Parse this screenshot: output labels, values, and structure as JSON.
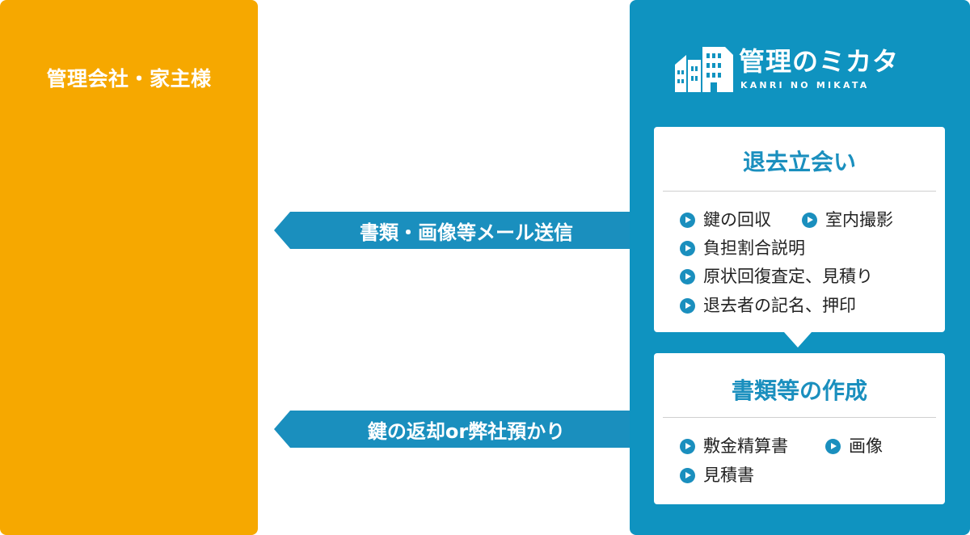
{
  "colors": {
    "orange": "#F6A800",
    "blue": "#0F93C0",
    "arrow_blue": "#1A8FBE",
    "white": "#FFFFFF"
  },
  "left": {
    "title": "管理会社・家主様"
  },
  "arrows": [
    {
      "label": "書類・画像等メール送信",
      "direction": "left"
    },
    {
      "label": "鍵の返却or弊社預かり",
      "direction": "left"
    }
  ],
  "logo": {
    "icon": "building-icon",
    "name": "管理のミカタ",
    "sub": "KANRI NO MIKATA"
  },
  "cards": [
    {
      "title": "退去立会い",
      "items": [
        "鍵の回収",
        "室内撮影",
        "負担割合説明",
        "原状回復査定、見積り",
        "退去者の記名、押印"
      ]
    },
    {
      "title": "書類等の作成",
      "items": [
        "敷金精算書",
        "画像",
        "見積書"
      ]
    }
  ]
}
